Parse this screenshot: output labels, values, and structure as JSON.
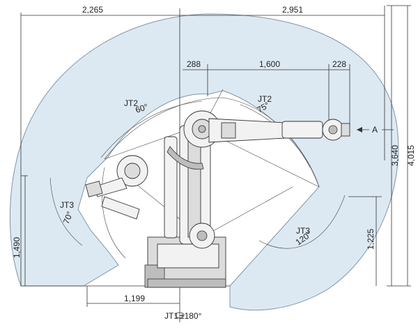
{
  "dimensions": {
    "left_reach": "2,265",
    "right_reach": "2,951",
    "arm_offset": "288",
    "arm_length": "1,600",
    "wrist_length": "228",
    "reach_height_a": "3,640",
    "total_height": "4,015",
    "left_height": "1,490",
    "right_height": "1,225",
    "base_to_rear": "1,199"
  },
  "labels": {
    "jt2_left": "JT2",
    "jt2_left_angle": "60°",
    "jt2_right": "JT2",
    "jt2_right_angle": "75°",
    "jt3_left": "JT3",
    "jt3_left_angle": "70°",
    "jt3_right": "JT3",
    "jt3_right_angle": "120°",
    "jt1": "JT1",
    "jt1_angle": "±180°",
    "point_a": "A"
  },
  "colors": {
    "envelope_fill": "#dde9f2",
    "envelope_stroke": "#7f95a6",
    "line": "#333333"
  }
}
